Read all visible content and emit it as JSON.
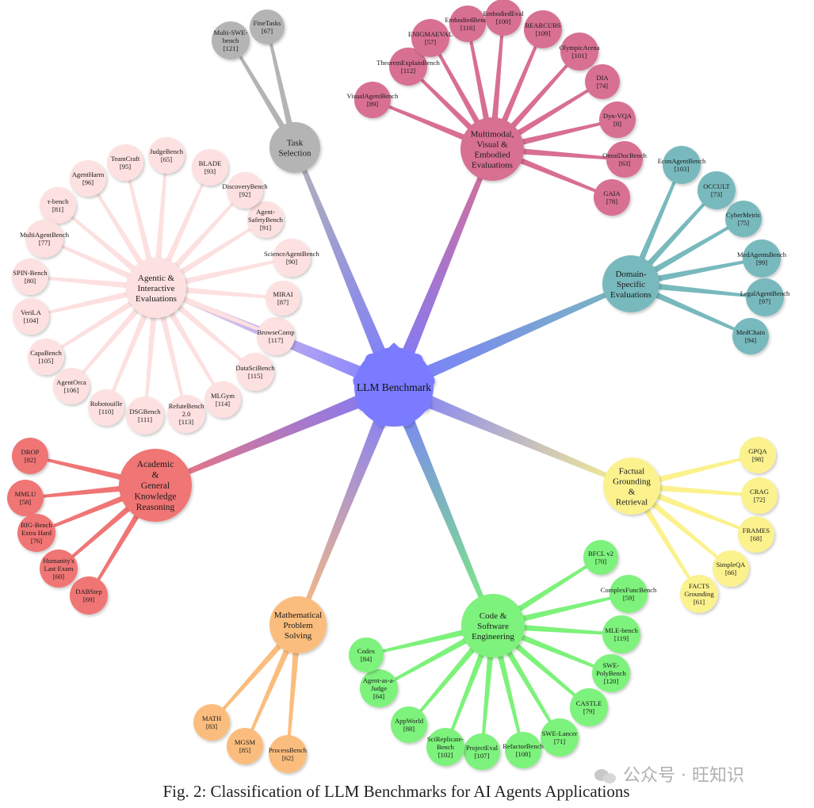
{
  "center": {
    "label": "LLM Benchmark",
    "color": "#7b7bff"
  },
  "categories": [
    {
      "key": "task",
      "label": "Task Selection",
      "color": "#b4b4b4",
      "children": [
        {
          "name": "Multi-SWE-bench",
          "ref": "[121]"
        },
        {
          "name": "FineTasks",
          "ref": "[67]"
        }
      ]
    },
    {
      "key": "multimodal",
      "label": "Multimodal, Visual & Embodied Evaluations",
      "color": "#d86f92",
      "children": [
        {
          "name": "VisualAgentBench",
          "ref": "[89]"
        },
        {
          "name": "TheoremExplainBench",
          "ref": "[112]"
        },
        {
          "name": "ENIGMAEVAL",
          "ref": "[57]"
        },
        {
          "name": "EmbodiedBench",
          "ref": "[116]"
        },
        {
          "name": "EmbodiedEval",
          "ref": "[100]"
        },
        {
          "name": "BEARCUBS",
          "ref": "[109]"
        },
        {
          "name": "OlympicArena",
          "ref": "[101]"
        },
        {
          "name": "DIA",
          "ref": "[74]"
        },
        {
          "name": "Dyn-VQA",
          "ref": "[8]"
        },
        {
          "name": "OmniDocBench",
          "ref": "[63]"
        },
        {
          "name": "GAIA",
          "ref": "[78]"
        }
      ]
    },
    {
      "key": "domain",
      "label": "Domain-Specific Evaluations",
      "color": "#78b9bd",
      "children": [
        {
          "name": "EconAgentBench",
          "ref": "[103]"
        },
        {
          "name": "OCCULT",
          "ref": "[73]"
        },
        {
          "name": "CyberMetric",
          "ref": "[75]"
        },
        {
          "name": "MedAgentsBench",
          "ref": "[99]"
        },
        {
          "name": "LegalAgentBench",
          "ref": "[97]"
        },
        {
          "name": "MedChain",
          "ref": "[94]"
        }
      ]
    },
    {
      "key": "factual",
      "label": "Factual Grounding & Retrieval",
      "color": "#fbf28e",
      "children": [
        {
          "name": "GPQA",
          "ref": "[98]"
        },
        {
          "name": "CRAG",
          "ref": "[72]"
        },
        {
          "name": "FRAMES",
          "ref": "[68]"
        },
        {
          "name": "SimpleQA",
          "ref": "[66]"
        },
        {
          "name": "FACTS Grounding",
          "ref": "[61]"
        }
      ]
    },
    {
      "key": "code",
      "label": "Code & Software Engineering",
      "color": "#7df27b",
      "children": [
        {
          "name": "BFCL v2",
          "ref": "[70]"
        },
        {
          "name": "ComplexFuncBench",
          "ref": "[59]"
        },
        {
          "name": "MLE-bench",
          "ref": "[119]"
        },
        {
          "name": "SWE-PolyBench",
          "ref": "[120]"
        },
        {
          "name": "CASTLE",
          "ref": "[79]"
        },
        {
          "name": "SWE-Lancer",
          "ref": "[71]"
        },
        {
          "name": "RefactorBench",
          "ref": "[108]"
        },
        {
          "name": "ProjectEval",
          "ref": "[107]"
        },
        {
          "name": "SciReplicate-Bench",
          "ref": "[102]"
        },
        {
          "name": "AppWorld",
          "ref": "[88]"
        },
        {
          "name": "Agent-as-a-Judge",
          "ref": "[64]"
        },
        {
          "name": "Codex",
          "ref": "[84]"
        }
      ]
    },
    {
      "key": "math",
      "label": "Mathematical Problem Solving",
      "color": "#fbbd7d",
      "children": [
        {
          "name": "MATH",
          "ref": "[83]"
        },
        {
          "name": "MGSM",
          "ref": "[85]"
        },
        {
          "name": "ProcessBench",
          "ref": "[62]"
        }
      ]
    },
    {
      "key": "academic",
      "label": "Academic & General Knowledge Reasoning",
      "color": "#f07575",
      "children": [
        {
          "name": "DROP",
          "ref": "[82]"
        },
        {
          "name": "MMLU",
          "ref": "[58]"
        },
        {
          "name": "BIG-Bench Extra Hard",
          "ref": "[76]"
        },
        {
          "name": "Humanity's Last Exam",
          "ref": "[60]"
        },
        {
          "name": "DABStep",
          "ref": "[69]"
        }
      ]
    },
    {
      "key": "agentic",
      "label": "Agentic & Interactive Evaluations",
      "color": "#fde0e0",
      "children": [
        {
          "name": "BrowseComp",
          "ref": "[117]"
        },
        {
          "name": "MIRAI",
          "ref": "[87]"
        },
        {
          "name": "ScienceAgentBench",
          "ref": "[90]"
        },
        {
          "name": "Agent-SafetyBench",
          "ref": "[91]"
        },
        {
          "name": "DiscoveryBench",
          "ref": "[92]"
        },
        {
          "name": "BLADE",
          "ref": "[93]"
        },
        {
          "name": "JudgeBench",
          "ref": "[65]"
        },
        {
          "name": "TeamCraft",
          "ref": "[95]"
        },
        {
          "name": "AgentHarm",
          "ref": "[96]"
        },
        {
          "name": "τ-bench",
          "ref": "[81]"
        },
        {
          "name": "MultiAgentBench",
          "ref": "[77]"
        },
        {
          "name": "SPIN-Bench",
          "ref": "[80]"
        },
        {
          "name": "VeriLA",
          "ref": "[104]"
        },
        {
          "name": "CapaBench",
          "ref": "[105]"
        },
        {
          "name": "AgentOrca",
          "ref": "[106]"
        },
        {
          "name": "Robotouille",
          "ref": "[110]"
        },
        {
          "name": "DSGBench",
          "ref": "[111]"
        },
        {
          "name": "RefuteBench 2.0",
          "ref": "[113]"
        },
        {
          "name": "MLGym",
          "ref": "[114]"
        },
        {
          "name": "DataSciBench",
          "ref": "[115]"
        }
      ]
    }
  ],
  "caption": "Fig. 2: Classification of LLM Benchmarks for AI Agents Applications",
  "watermark": "公众号 · 旺知识"
}
